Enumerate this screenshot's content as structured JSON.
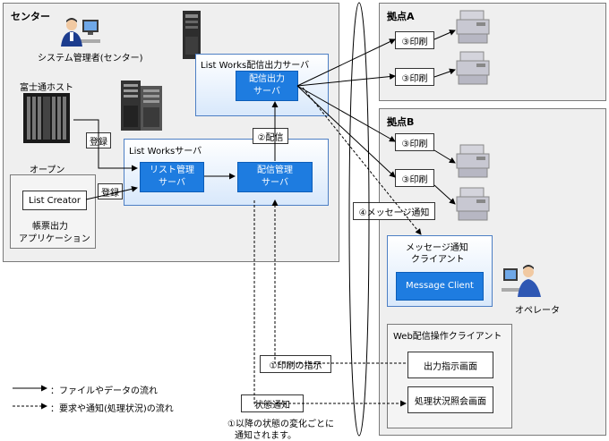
{
  "center": {
    "title": "センター",
    "admin_label": "システム管理者(センター)",
    "host_label": "富士通ホスト",
    "open_label": "オープン",
    "distribution_server": {
      "title": "List Works配信出力サーバ",
      "box_line1": "配信出力",
      "box_line2": "サーバ"
    },
    "listworks_server": {
      "title": "List Worksサーバ",
      "list_mgmt_line1": "リスト管理",
      "list_mgmt_line2": "サーバ",
      "dist_mgmt_line1": "配信管理",
      "dist_mgmt_line2": "サーバ"
    },
    "app_panel": {
      "list_creator": "List Creator",
      "label_line1": "帳票出力",
      "label_line2": "アプリケーション"
    },
    "register_label": "登録",
    "deliver_label": "②配信"
  },
  "site_a": {
    "title": "拠点A",
    "print_label": "③印刷"
  },
  "site_b": {
    "title": "拠点B",
    "print_label": "③印刷",
    "message_label": "④メッセージ通知",
    "message_client_panel": {
      "title_line1": "メッセージ通知",
      "title_line2": "クライアント",
      "box": "Message Client"
    },
    "operator_label": "オペレータ",
    "web_client_panel": {
      "title": "Web配信操作クライアント",
      "output_screen": "出力指示画面",
      "status_screen": "処理状況照会画面"
    }
  },
  "flow": {
    "print_instruction": "①印刷の指示",
    "status_notify": "状態通知",
    "note_line1": "①以降の状態の変化ごとに",
    "note_line2": "通知されます。"
  },
  "legend": {
    "solid": "：ファイルやデータの流れ",
    "dashed": "：要求や通知(処理状況)の流れ"
  }
}
